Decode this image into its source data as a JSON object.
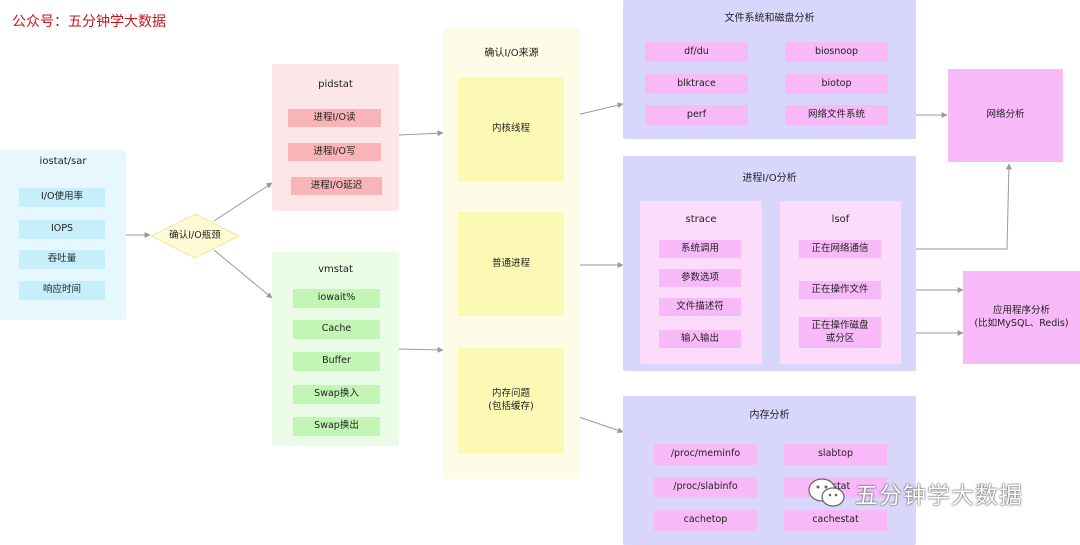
{
  "header": {
    "account_label": "公众号：五分钟学大数据"
  },
  "footer": {
    "watermark": "五分钟学大数据"
  },
  "iostat": {
    "title": "iostat/sar",
    "items": [
      "I/O使用率",
      "IOPS",
      "吞吐量",
      "响应时间"
    ]
  },
  "decision": {
    "label": "确认I/O瓶颈"
  },
  "pidstat": {
    "title": "pidstat",
    "items": [
      "进程I/O读",
      "进程I/O写",
      "进程I/O延迟"
    ]
  },
  "vmstat": {
    "title": "vmstat",
    "items": [
      "iowait%",
      "Cache",
      "Buffer",
      "Swap换入",
      "Swap换出"
    ]
  },
  "source": {
    "title": "确认I/O来源",
    "items": [
      "内核线程",
      "普通进程",
      "内存问题\n(包括缓存)"
    ]
  },
  "fs": {
    "title": "文件系统和磁盘分析",
    "items": [
      "df/du",
      "biosnoop",
      "blktrace",
      "biotop",
      "perf",
      "网络文件系统"
    ]
  },
  "proc": {
    "title": "进程I/O分析",
    "strace": {
      "title": "strace",
      "items": [
        "系统调用",
        "参数选项",
        "文件描述符",
        "输入输出"
      ]
    },
    "lsof": {
      "title": "lsof",
      "items": [
        "正在网络通信",
        "正在操作文件",
        "正在操作磁盘\n或分区"
      ]
    }
  },
  "mem": {
    "title": "内存分析",
    "items": [
      "/proc/meminfo",
      "slabtop",
      "/proc/slabinfo",
      "pcstat",
      "cachetop",
      "cachestat"
    ]
  },
  "network": {
    "label": "网络分析"
  },
  "app": {
    "label": "应用程序分析\n(比如MySQL、Redis)"
  },
  "colors": {
    "blue_group": "#e6f8fd",
    "blue_item": "#c6eefb",
    "pink_group": "#fde6e8",
    "pink_item": "#f8b4b7",
    "green_group": "#eafbe6",
    "green_item": "#c3f5b6",
    "yellow_group": "#fefce6",
    "yellow_item": "#fcf9b4",
    "purple_group": "#d8d7fb",
    "magenta_item": "#f8b9f8",
    "lilac_group": "#fbdcfb",
    "arrow": "#9a9a9a"
  }
}
